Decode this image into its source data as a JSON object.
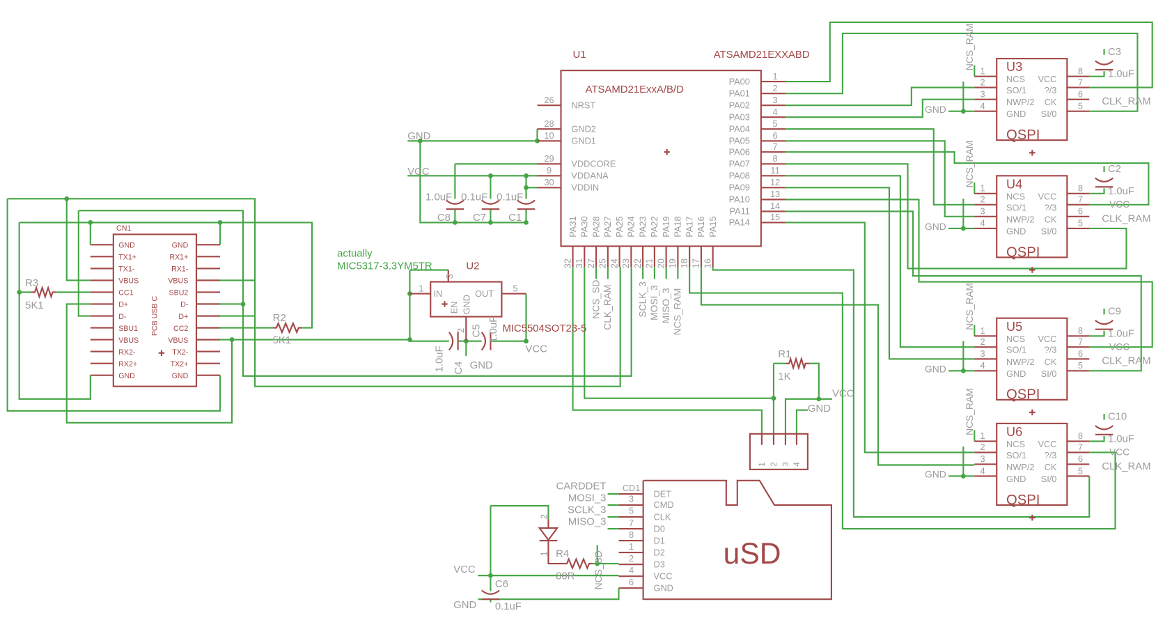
{
  "colors": {
    "part": "#a34848",
    "wire": "#45a545",
    "text": "#9c9c9c",
    "note": "#45a545",
    "background": "#ffffff"
  },
  "power": {
    "gnd": "GND",
    "vcc": "VCC"
  },
  "u1": {
    "ref": "U1",
    "value": "ATSAMD21EXXABD",
    "name": "ATSAMD21ExxA/B/D",
    "left_pins": [
      {
        "num": "26",
        "name": "NRST"
      },
      {
        "num": "28",
        "name": "GND2"
      },
      {
        "num": "10",
        "name": "GND1"
      },
      {
        "num": "29",
        "name": "VDDCORE"
      },
      {
        "num": "9",
        "name": "VDDANA"
      },
      {
        "num": "30",
        "name": "VDDIN"
      }
    ],
    "right_pins": [
      {
        "num": "1",
        "name": "PA00"
      },
      {
        "num": "2",
        "name": "PA01"
      },
      {
        "num": "3",
        "name": "PA02"
      },
      {
        "num": "4",
        "name": "PA03"
      },
      {
        "num": "5",
        "name": "PA04"
      },
      {
        "num": "6",
        "name": "PA05"
      },
      {
        "num": "7",
        "name": "PA06"
      },
      {
        "num": "8",
        "name": "PA07"
      },
      {
        "num": "11",
        "name": "PA08"
      },
      {
        "num": "12",
        "name": "PA09"
      },
      {
        "num": "13",
        "name": "PA10"
      },
      {
        "num": "14",
        "name": "PA11"
      },
      {
        "num": "15",
        "name": "PA14"
      }
    ],
    "bottom_pins": [
      {
        "num": "32",
        "name": "PA31"
      },
      {
        "num": "31",
        "name": "PA30"
      },
      {
        "num": "27",
        "name": "PA28"
      },
      {
        "num": "25",
        "name": "PA27"
      },
      {
        "num": "24",
        "name": "PA25"
      },
      {
        "num": "23",
        "name": "PA24"
      },
      {
        "num": "22",
        "name": "PA23"
      },
      {
        "num": "21",
        "name": "PA22"
      },
      {
        "num": "20",
        "name": "PA19"
      },
      {
        "num": "19",
        "name": "PA18"
      },
      {
        "num": "18",
        "name": "PA17"
      },
      {
        "num": "17",
        "name": "PA16"
      },
      {
        "num": "16",
        "name": "PA15"
      }
    ]
  },
  "decoupling": [
    {
      "ref": "C8",
      "value": "1.0uF"
    },
    {
      "ref": "C7",
      "value": "0.1uF"
    },
    {
      "ref": "C1",
      "value": "0.1uF"
    }
  ],
  "cn1": {
    "ref": "CN1",
    "name": "PCB USB C",
    "left_pins": [
      "GND",
      "TX1+",
      "TX1-",
      "VBUS",
      "CC1",
      "D+",
      "D-",
      "SBU1",
      "VBUS",
      "RX2-",
      "RX2+",
      "GND"
    ],
    "right_pins": [
      "GND",
      "RX1+",
      "RX1-",
      "VBUS",
      "SBU2",
      "D-",
      "D+",
      "CC2",
      "VBUS",
      "TX2-",
      "TX2+",
      "GND"
    ]
  },
  "resistors": {
    "r1": {
      "ref": "R1",
      "value": "1K"
    },
    "r2": {
      "ref": "R2",
      "value": "5K1"
    },
    "r3": {
      "ref": "R3",
      "value": "5K1"
    },
    "r4": {
      "ref": "R4",
      "value": "80R"
    }
  },
  "u2": {
    "ref": "U2",
    "value": "MIC5504SOT23-5",
    "note_line1": "actually",
    "note_line2": "MIC5317-3.3YM5TR",
    "pin_in": "IN",
    "pin_en": "EN",
    "pin_gnd": "GND",
    "pin_out": "OUT",
    "num_in": "1",
    "num_en": "3",
    "num_gnd": "2",
    "num_out": "5",
    "c4": {
      "ref": "C4",
      "value": "1.0uF"
    },
    "c5": {
      "ref": "C5",
      "value": "1.0uF"
    }
  },
  "qspi": {
    "package": "QSPI",
    "pins_left": [
      {
        "num": "1",
        "name": "NCS"
      },
      {
        "num": "2",
        "name": "SO/1"
      },
      {
        "num": "3",
        "name": "NWP/2"
      },
      {
        "num": "4",
        "name": "GND"
      }
    ],
    "pins_right": [
      {
        "num": "8",
        "name": "VCC"
      },
      {
        "num": "7",
        "name": "?/3"
      },
      {
        "num": "6",
        "name": "CK"
      },
      {
        "num": "5",
        "name": "SI/0"
      }
    ],
    "chips": [
      {
        "ref": "U3",
        "cap_ref": "C3",
        "cap_value": "1.0uF"
      },
      {
        "ref": "U4",
        "cap_ref": "C2",
        "cap_value": "1.0uF"
      },
      {
        "ref": "U5",
        "cap_ref": "C9",
        "cap_value": "1.0uF"
      },
      {
        "ref": "U6",
        "cap_ref": "C10",
        "cap_value": "1.0uF"
      }
    ]
  },
  "nets": {
    "ncs_ram": "NCS_RAM",
    "clk_ram": "CLK_RAM",
    "ncs_sd": "NCS_SD",
    "sclk": "SCLK_3",
    "mosi": "MOSI_3",
    "miso": "MISO_3",
    "carddet": "CARDDET"
  },
  "header": {
    "pins": [
      "1",
      "2",
      "3",
      "4"
    ]
  },
  "usd": {
    "name": "uSD",
    "pins": [
      {
        "num": "CD1",
        "name": "DET"
      },
      {
        "num": "3",
        "name": "CMD"
      },
      {
        "num": "5",
        "name": "CLK"
      },
      {
        "num": "7",
        "name": "D0"
      },
      {
        "num": "8",
        "name": "D1"
      },
      {
        "num": "1",
        "name": "D2"
      },
      {
        "num": "2",
        "name": "D3"
      },
      {
        "num": "4",
        "name": "VCC"
      },
      {
        "num": "6",
        "name": "GND"
      }
    ],
    "c6": {
      "ref": "C6",
      "value": "0.1uF"
    },
    "diode_pin_a": "2",
    "diode_pin_k": "1"
  }
}
